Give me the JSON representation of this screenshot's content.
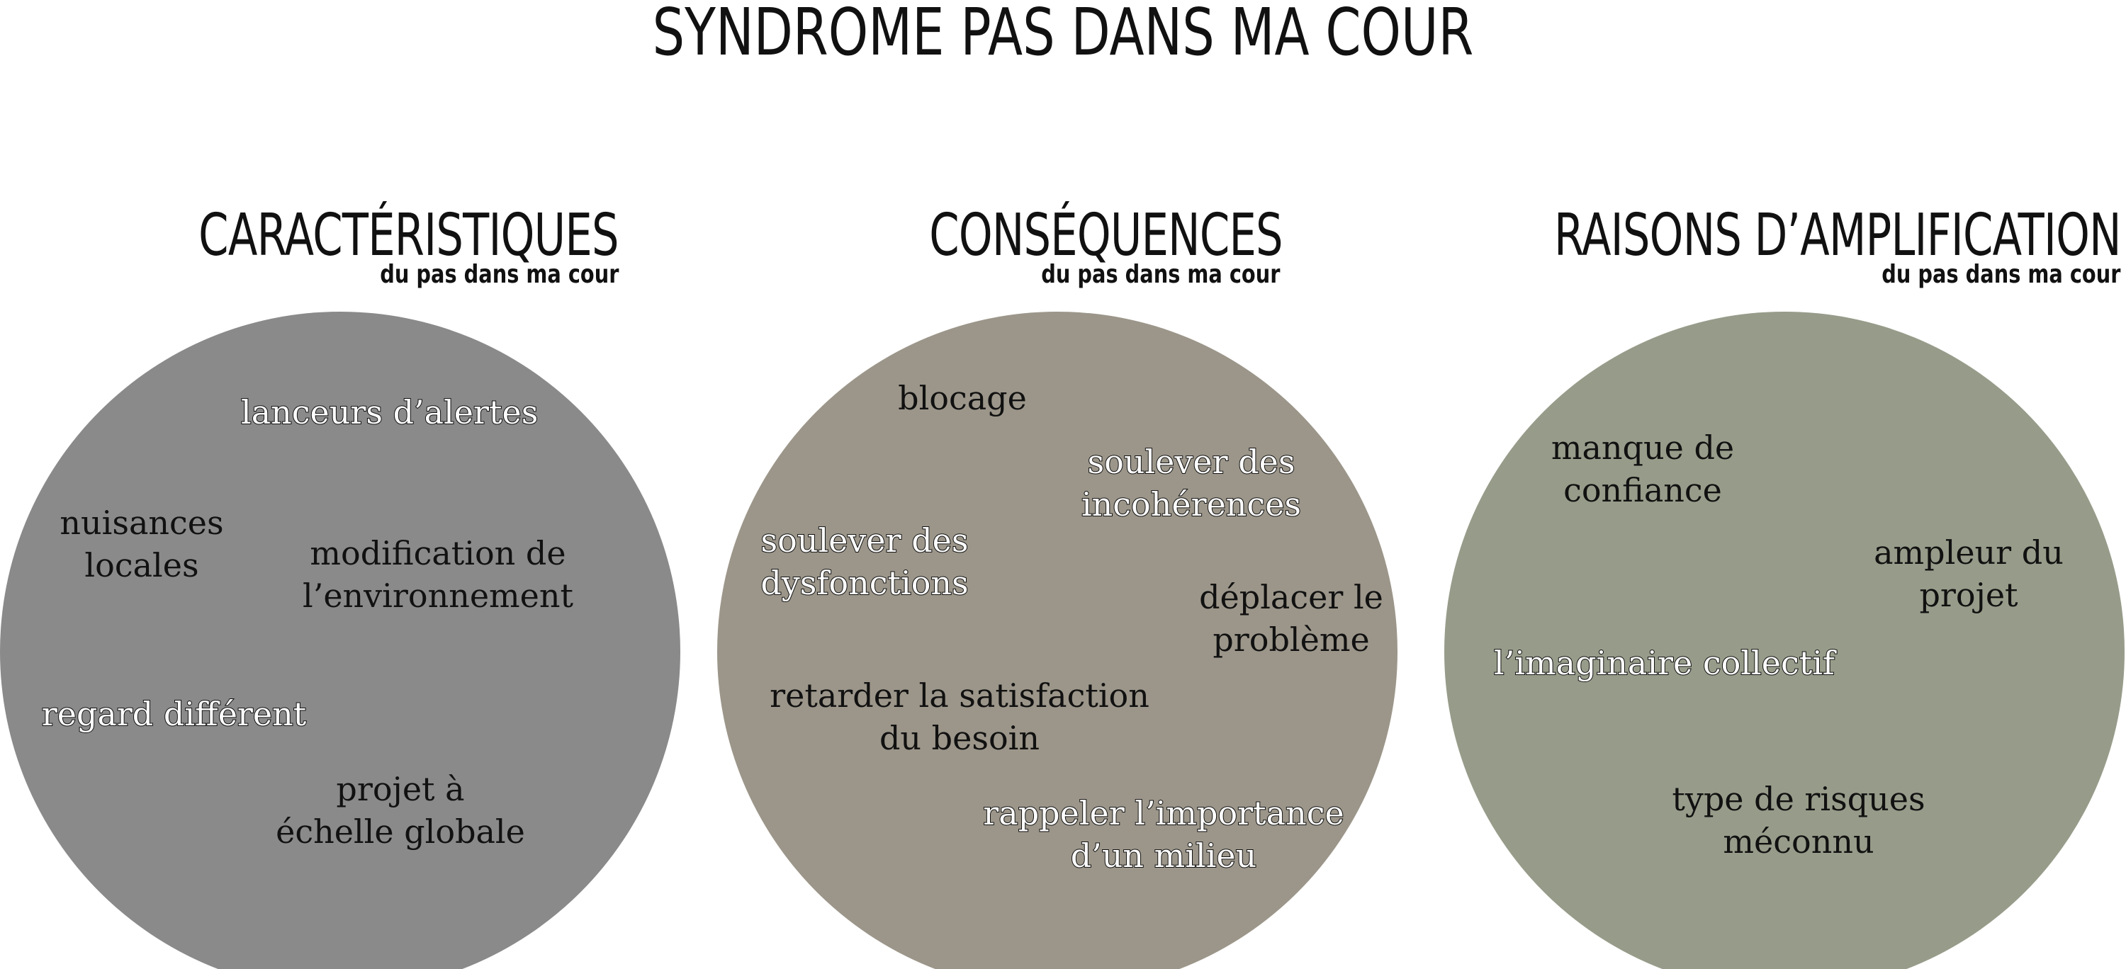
{
  "title": "SYNDROME PAS DANS MA COUR",
  "panels": [
    {
      "heading": "CARACTÉRISTIQUES",
      "subheading": "du pas dans ma cour",
      "items": [
        {
          "lines": [
            "lanceurs d’alertes"
          ],
          "style": "light"
        },
        {
          "lines": [
            "nuisances",
            "locales"
          ],
          "style": "dark"
        },
        {
          "lines": [
            "modification de",
            "l’environnement"
          ],
          "style": "dark"
        },
        {
          "lines": [
            "regard différent"
          ],
          "style": "light"
        },
        {
          "lines": [
            "projet à",
            "échelle globale"
          ],
          "style": "dark"
        }
      ],
      "color": "#8a8a8a"
    },
    {
      "heading": "CONSÉQUENCES",
      "subheading": "du pas dans ma cour",
      "items": [
        {
          "lines": [
            "blocage"
          ],
          "style": "dark"
        },
        {
          "lines": [
            "soulever des",
            "incohérences"
          ],
          "style": "light"
        },
        {
          "lines": [
            "soulever des",
            "dysfonctions"
          ],
          "style": "light"
        },
        {
          "lines": [
            "déplacer le",
            "problème"
          ],
          "style": "dark"
        },
        {
          "lines": [
            "retarder la satisfaction",
            "du besoin"
          ],
          "style": "dark"
        },
        {
          "lines": [
            "rappeler l’importance",
            "d’un milieu"
          ],
          "style": "light"
        }
      ],
      "color": "#9c968a"
    },
    {
      "heading": "RAISONS D’AMPLIFICATION",
      "subheading": "du pas dans ma cour",
      "items": [
        {
          "lines": [
            "manque de",
            "confiance"
          ],
          "style": "dark"
        },
        {
          "lines": [
            "ampleur du",
            "projet"
          ],
          "style": "dark"
        },
        {
          "lines": [
            "l’imaginaire collectif"
          ],
          "style": "light"
        },
        {
          "lines": [
            "type de risques",
            "méconnu"
          ],
          "style": "dark"
        }
      ],
      "color": "#979c8a"
    }
  ]
}
